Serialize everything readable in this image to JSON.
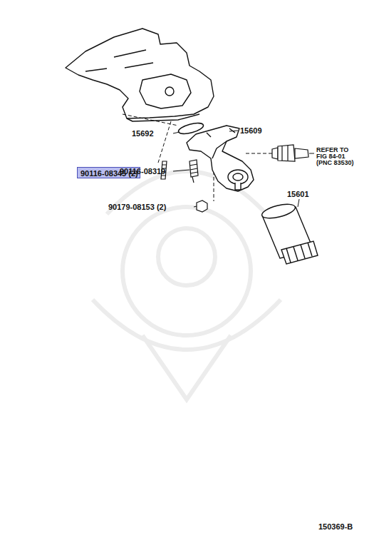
{
  "diagram": {
    "nodes": [
      {
        "text": [
          "90116-08345 (2)"
        ]
      }
    ],
    "labels": [
      "15692",
      "15609",
      "90116-08319",
      "90179-08153 (2)",
      "REFER TO",
      "FIG 84-01",
      "(PNC 83530)",
      "15601",
      "150369-B"
    ]
  }
}
